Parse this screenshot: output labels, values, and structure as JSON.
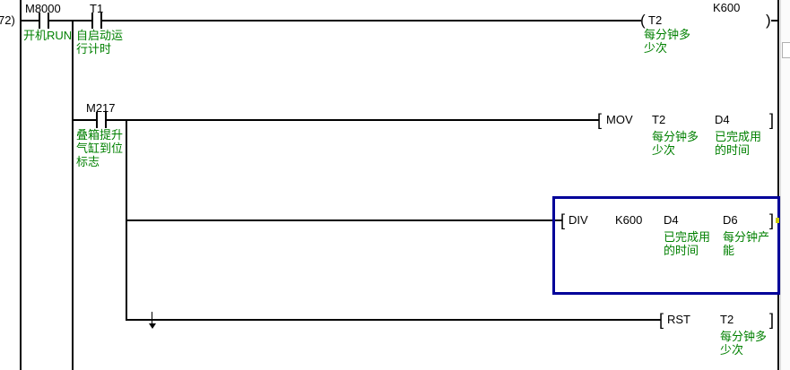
{
  "colors": {
    "comment_green": "#008000",
    "selection_blue": "#000099",
    "wire_black": "#000000",
    "background": "#ffffff"
  },
  "symbols": {
    "bracket_left": "[",
    "bracket_right": "]",
    "coil_left": "(",
    "coil_right": ")"
  },
  "rung": {
    "step_number": "72)",
    "contacts": [
      {
        "device": "M8000",
        "comment_lines": [
          "开机RUN"
        ]
      },
      {
        "device": "T1",
        "comment_lines": [
          "自启动运",
          "行计时"
        ]
      },
      {
        "device": "M217",
        "comment_lines": [
          "叠箱提升",
          "气缸到位",
          "标志"
        ]
      }
    ],
    "coil": {
      "preset": "K600",
      "device": "T2",
      "comment_lines": [
        "每分钟多",
        "少次"
      ]
    },
    "instructions": [
      {
        "mnemonic": "MOV",
        "operands": [
          {
            "name": "T2",
            "comment_lines": [
              "每分钟多",
              "少次"
            ]
          },
          {
            "name": "D4",
            "comment_lines": [
              "已完成用",
              "的时间"
            ]
          }
        ]
      },
      {
        "mnemonic": "DIV",
        "selected": true,
        "operands": [
          {
            "name": "K600",
            "comment_lines": [
              "",
              ""
            ]
          },
          {
            "name": "D4",
            "comment_lines": [
              "已完成用",
              "的时间"
            ]
          },
          {
            "name": "D6",
            "comment_lines": [
              "每分钟产",
              "能"
            ]
          }
        ]
      },
      {
        "mnemonic": "RST",
        "operands": [
          {
            "name": "T2",
            "comment_lines": [
              "每分钟多",
              "少次"
            ]
          }
        ]
      }
    ]
  }
}
